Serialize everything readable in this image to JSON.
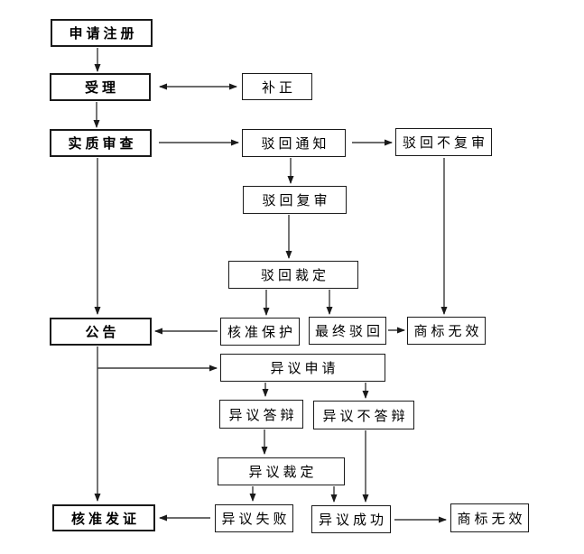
{
  "colors": {
    "background": "#ffffff",
    "box_border": "#1a1a1a",
    "box_fill": "#ffffff",
    "line": "#3a3a3a",
    "text": "#000000"
  },
  "nodes": [
    {
      "id": "apply-registration",
      "label": "申请注册",
      "emphasis": true
    },
    {
      "id": "acceptance",
      "label": "受理",
      "emphasis": true
    },
    {
      "id": "supplement-correction",
      "label": "补正",
      "emphasis": false
    },
    {
      "id": "substantive-examination",
      "label": "实质审查",
      "emphasis": true
    },
    {
      "id": "rejection-notice",
      "label": "驳回通知",
      "emphasis": false
    },
    {
      "id": "rejection-no-review",
      "label": "驳回不复审",
      "emphasis": false
    },
    {
      "id": "rejection-review",
      "label": "驳回复审",
      "emphasis": false
    },
    {
      "id": "rejection-ruling",
      "label": "驳回裁定",
      "emphasis": false
    },
    {
      "id": "announcement",
      "label": "公告",
      "emphasis": true
    },
    {
      "id": "approval-protection",
      "label": "核准保护",
      "emphasis": false
    },
    {
      "id": "final-rejection",
      "label": "最终驳回",
      "emphasis": false
    },
    {
      "id": "trademark-invalid-upper",
      "label": "商标无效",
      "emphasis": false
    },
    {
      "id": "opposition-application",
      "label": "异议申请",
      "emphasis": false
    },
    {
      "id": "opposition-defense",
      "label": "异议答辩",
      "emphasis": false
    },
    {
      "id": "opposition-no-defense",
      "label": "异议不答辩",
      "emphasis": false
    },
    {
      "id": "opposition-ruling",
      "label": "异议裁定",
      "emphasis": false
    },
    {
      "id": "approval-certificate",
      "label": "核准发证",
      "emphasis": true
    },
    {
      "id": "opposition-failed",
      "label": "异议失败",
      "emphasis": false
    },
    {
      "id": "opposition-success",
      "label": "异议成功",
      "emphasis": false
    },
    {
      "id": "trademark-invalid-lower",
      "label": "商标无效",
      "emphasis": false
    }
  ],
  "edges": [
    {
      "from": "apply-registration",
      "to": "acceptance",
      "style": "arrow"
    },
    {
      "from": "acceptance",
      "to": "supplement-correction",
      "style": "double-arrow"
    },
    {
      "from": "acceptance",
      "to": "substantive-examination",
      "style": "arrow"
    },
    {
      "from": "substantive-examination",
      "to": "rejection-notice",
      "style": "arrow"
    },
    {
      "from": "rejection-notice",
      "to": "rejection-no-review",
      "style": "arrow"
    },
    {
      "from": "rejection-notice",
      "to": "rejection-review",
      "style": "arrow"
    },
    {
      "from": "rejection-review",
      "to": "rejection-ruling",
      "style": "arrow"
    },
    {
      "from": "rejection-ruling",
      "to": "approval-protection",
      "style": "arrow"
    },
    {
      "from": "rejection-ruling",
      "to": "final-rejection",
      "style": "arrow"
    },
    {
      "from": "final-rejection",
      "to": "trademark-invalid-upper",
      "style": "arrow"
    },
    {
      "from": "rejection-no-review",
      "to": "trademark-invalid-upper",
      "style": "arrow"
    },
    {
      "from": "substantive-examination",
      "to": "announcement",
      "style": "arrow"
    },
    {
      "from": "approval-protection",
      "to": "announcement",
      "style": "arrow"
    },
    {
      "from": "announcement",
      "to": "approval-certificate",
      "style": "arrow"
    },
    {
      "from": "announcement",
      "to": "opposition-application",
      "style": "arrow"
    },
    {
      "from": "opposition-application",
      "to": "opposition-defense",
      "style": "arrow"
    },
    {
      "from": "opposition-application",
      "to": "opposition-no-defense",
      "style": "arrow"
    },
    {
      "from": "opposition-defense",
      "to": "opposition-ruling",
      "style": "arrow"
    },
    {
      "from": "opposition-ruling",
      "to": "opposition-failed",
      "style": "arrow"
    },
    {
      "from": "opposition-ruling",
      "to": "opposition-success",
      "style": "arrow"
    },
    {
      "from": "opposition-no-defense",
      "to": "opposition-success",
      "style": "arrow"
    },
    {
      "from": "opposition-failed",
      "to": "approval-certificate",
      "style": "arrow"
    },
    {
      "from": "opposition-success",
      "to": "trademark-invalid-lower",
      "style": "arrow"
    }
  ]
}
